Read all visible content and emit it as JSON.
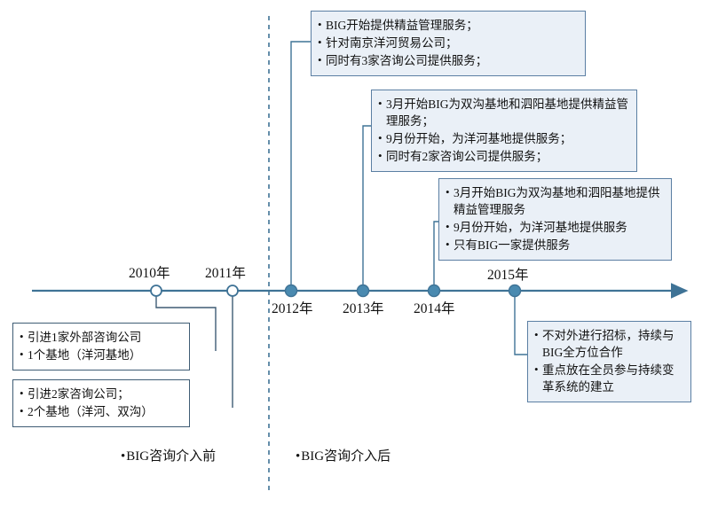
{
  "diagram": {
    "title_legend": {
      "before_label": "BIG咨询介入前",
      "after_label": "BIG咨询介入后"
    },
    "axis": {
      "color": "#3f7396",
      "marker_fill_hollow": "#ffffff",
      "marker_fill_solid": "#4a8ab0",
      "marker_stroke": "#3f7396",
      "divider_style": "dashed"
    },
    "years": [
      {
        "label": "2010年",
        "position": "above",
        "marker": "hollow"
      },
      {
        "label": "2011年",
        "position": "above",
        "marker": "hollow"
      },
      {
        "label": "2012年",
        "position": "below",
        "marker": "solid"
      },
      {
        "label": "2013年",
        "position": "below",
        "marker": "solid"
      },
      {
        "label": "2014年",
        "position": "below",
        "marker": "solid"
      },
      {
        "label": "2015年",
        "position": "above",
        "marker": "solid"
      }
    ],
    "callouts": [
      {
        "id": "callout-2010",
        "style": "plain",
        "items": [
          "引进1家外部咨询公司",
          "1个基地（洋河基地）"
        ]
      },
      {
        "id": "callout-2011",
        "style": "plain",
        "items": [
          "引进2家咨询公司；",
          "2个基地（洋河、双沟）"
        ]
      },
      {
        "id": "callout-2012",
        "style": "filled",
        "items": [
          "BIG开始提供精益管理服务；",
          "针对南京洋河贸易公司；",
          "同时有3家咨询公司提供服务；"
        ]
      },
      {
        "id": "callout-2013",
        "style": "filled",
        "items": [
          "3月开始BIG为双沟基地和泗阳基地提供精益管理服务；",
          "9月份开始，为洋河基地提供服务；",
          "同时有2家咨询公司提供服务；"
        ]
      },
      {
        "id": "callout-2014",
        "style": "filled",
        "items": [
          "3月开始BIG为双沟基地和泗阳基地提供精益管理服务",
          "9月份开始，为洋河基地提供服务",
          "只有BIG一家提供服务"
        ]
      },
      {
        "id": "callout-2015",
        "style": "filled",
        "items": [
          "不对外进行招标，持续与BIG全方位合作",
          "重点放在全员参与持续变革系统的建立"
        ]
      }
    ]
  }
}
